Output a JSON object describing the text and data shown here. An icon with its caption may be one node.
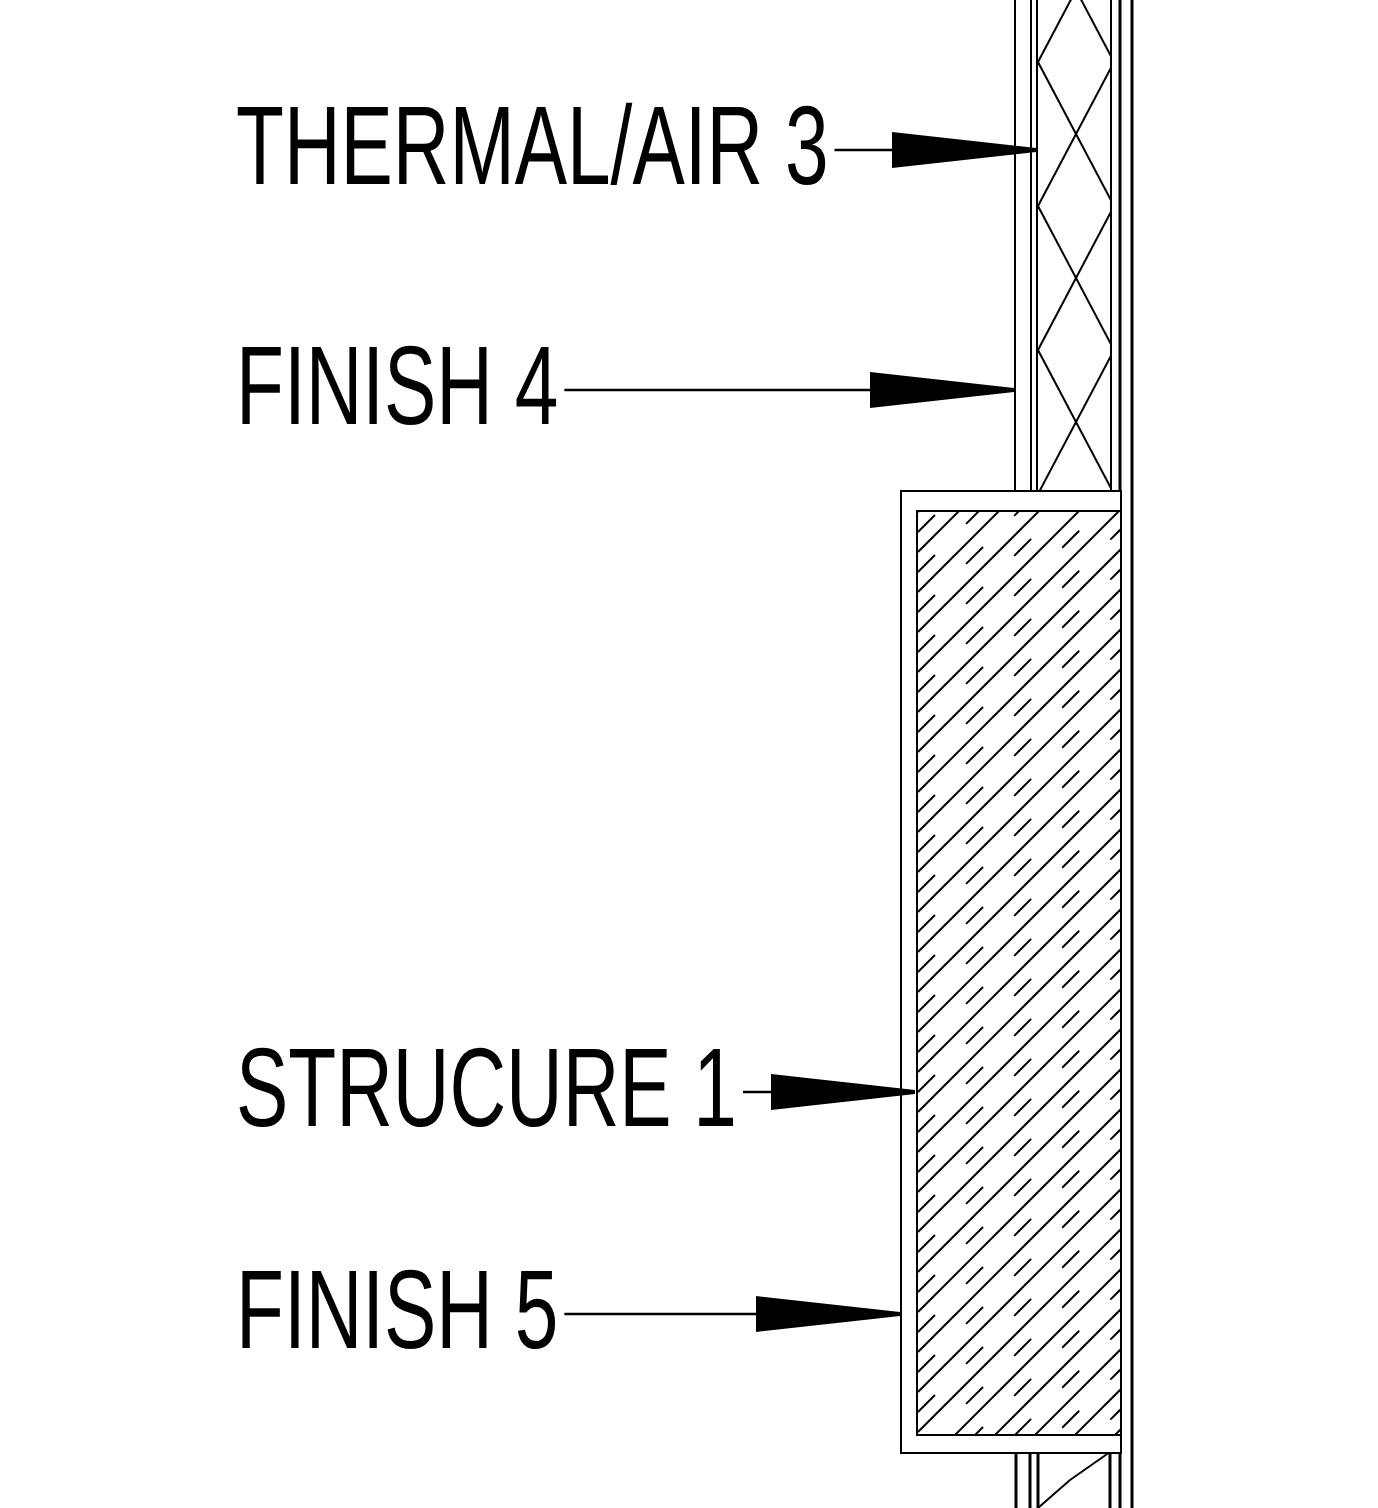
{
  "diagram": {
    "nodes": [
      {
        "text": [
          "THERMAL/AIR 3"
        ]
      },
      {
        "text": [
          "FINISH 4"
        ]
      },
      {
        "text": [
          "STRUCURE 1"
        ]
      },
      {
        "text": [
          "FINISH 5"
        ]
      },
      {
        "text": [],
        "shape": "box"
      },
      {
        "text": [],
        "shape": "box"
      },
      {
        "text": [],
        "shape": "box"
      },
      {
        "text": [],
        "shape": "box",
        "in": 6
      }
    ],
    "edges": [
      {
        "from": 0,
        "to": 5,
        "arrow": "to"
      },
      {
        "from": 1,
        "to": 4,
        "arrow": "to"
      },
      {
        "from": 2,
        "to": 7,
        "arrow": "to"
      },
      {
        "from": 3,
        "to": 6,
        "arrow": "to"
      }
    ]
  }
}
